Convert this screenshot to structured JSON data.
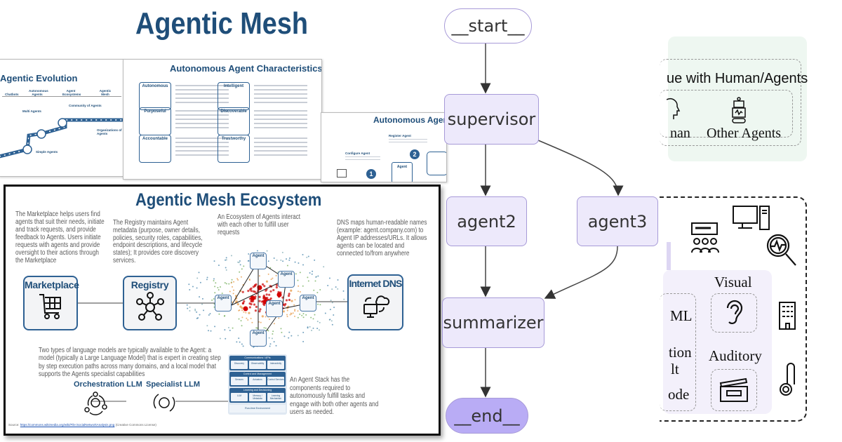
{
  "left": {
    "title": "Agentic Mesh",
    "slide_evolution": {
      "title": "Agentic Evolution",
      "stages": [
        "Chatbots",
        "Autonomous Agents",
        "Agent Ecosystems",
        "Agentic Mesh"
      ],
      "items": [
        "Multi Agents",
        "Community of Agents",
        "Simple Agents",
        "Organizations of Agents"
      ]
    },
    "slide_characteristics": {
      "title": "Autonomous Agent Characteristics",
      "items": [
        "Autonomous",
        "Intelligent",
        "Purposeful",
        "Discoverable",
        "Accountable",
        "Trustworthy"
      ]
    },
    "slide_registration": {
      "title": "Autonomous Agent Re",
      "steps": [
        "Configure Agent",
        "Register Agent"
      ],
      "numbers": [
        "1",
        "2"
      ],
      "agent": "Agent"
    },
    "ecosystem": {
      "title": "Agentic Mesh Ecosystem",
      "marketplace_text": "The Marketplace helps users find agents that suit their needs, initiate and track requests, and provide feedback to Agents. Users initiate requests with agents and provide oversight to their actions through the Marketplace",
      "registry_text": "The Registry maintains Agent metadata (purpose, owner details, policies, security roles, capabilities, endpoint descriptions, and lifecycle states);  It provides core discovery services.",
      "ecosystem_text": "An Ecosystem of Agents interact with each other to fulfill user requests",
      "dns_text": "DNS maps human-readable names (example: agent.company.com) to Agent IP addresses/URLs. It allows agents can be located and connected to/from anywhere",
      "marketplace_label": "Marketplace",
      "registry_label": "Registry",
      "dns_label": "Internet DNS",
      "agent_label": "Agent",
      "llm_text": "Two types of language models are typically available to the Agent: a model (typically a Large Language Model) that is expert in creating step by step execution paths across many domains, and a local model that supports the Agents specialist capabilities",
      "orchestration_label": "Orchestration LLM",
      "specialist_label": "Specialist LLM",
      "stack_text": "An Agent Stack has the components required to autonomously fulfill tasks and engage with both other agents and users as needed.",
      "stack": {
        "communications": {
          "title": "Communications / APIs",
          "cells": [
            "Discovery",
            "Observability",
            "Interactivity"
          ]
        },
        "control": {
          "title": "Control and Management",
          "cells": [
            "Sensors",
            "Actuators",
            "Control Services"
          ]
        },
        "learning": {
          "title": "Learning and Decisioning",
          "cells": [
            "LLM",
            "Memory / Metadata",
            "Learning Mechanism"
          ]
        },
        "runtime": "Run-time Environment"
      },
      "source_prefix": "Source: ",
      "source_link": "https://commons.wikimedia.org/wiki/File:SocialNetworkAnalysis.png",
      "source_suffix": " (Creative Commons License)"
    }
  },
  "graph": {
    "nodes": {
      "start": "__start__",
      "supervisor": "supervisor",
      "agent2": "agent2",
      "agent3": "agent3",
      "summarizer": "summarizer",
      "end": "__end__"
    },
    "edges": [
      [
        "start",
        "supervisor"
      ],
      [
        "supervisor",
        "agent2"
      ],
      [
        "supervisor",
        "agent3"
      ],
      [
        "agent2",
        "summarizer"
      ],
      [
        "agent3",
        "summarizer"
      ],
      [
        "summarizer",
        "end"
      ]
    ],
    "colors": {
      "node_fill": "#ede9fb",
      "node_border": "#a79ad8",
      "end_fill": "#b9acf5",
      "edge": "#333333"
    }
  },
  "right": {
    "interact_title": "ue with Human/Agents",
    "human_label": "nan",
    "agents_label": "Other Agents",
    "visual_label": "Visual",
    "auditory_label": "Auditory",
    "ml_label": "ML",
    "tion_label": "tion",
    "lt_label": "lt",
    "ode_label": "ode",
    "colors": {
      "green_panel": "#eef7f1",
      "purple_panel": "#f3f0fb"
    }
  }
}
